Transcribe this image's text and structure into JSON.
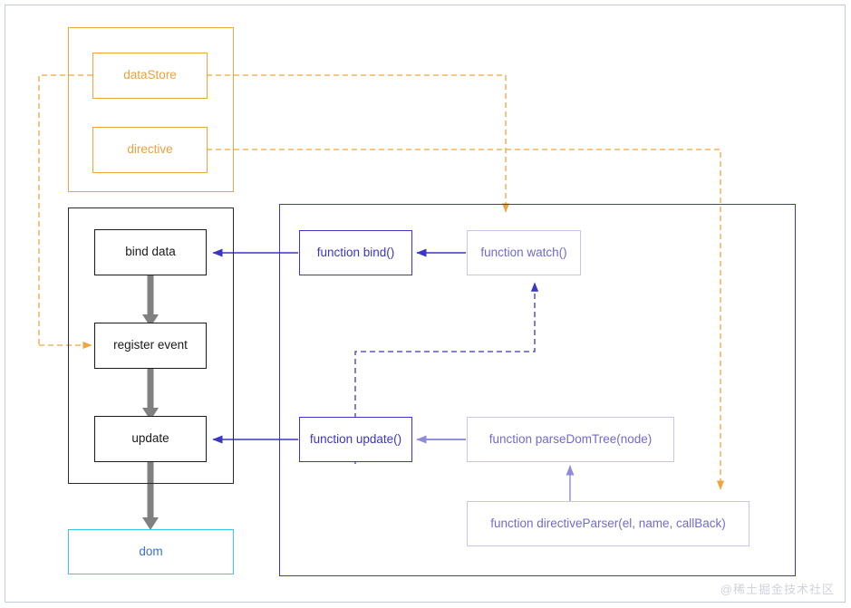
{
  "diagram": {
    "title_watermark": "@稀土掘金技术社区",
    "colors": {
      "orange": "#f2a33c",
      "blue_strong": "#3b36c4",
      "blue_light": "#c9c6ea",
      "blue_light_text": "#6f6bd0",
      "cyan": "#35c8e8",
      "black": "#1a1a1a",
      "gray_arrow": "#808080",
      "frame": "#c3cbe0",
      "watermark": "#cfd3dc"
    },
    "groups": [
      {
        "name": "orange-group",
        "label": ""
      },
      {
        "name": "dom-pipeline-group",
        "label": ""
      },
      {
        "name": "framework-group",
        "label": ""
      }
    ],
    "nodes": [
      {
        "id": "dataStore",
        "label": "dataStore",
        "style": "orange"
      },
      {
        "id": "directive",
        "label": "directive",
        "style": "orange"
      },
      {
        "id": "bind-data",
        "label": "bind data",
        "style": "black"
      },
      {
        "id": "register-event",
        "label": "register event",
        "style": "black"
      },
      {
        "id": "update",
        "label": "update",
        "style": "black"
      },
      {
        "id": "dom",
        "label": "dom",
        "style": "cyan"
      },
      {
        "id": "function-bind",
        "label": "function bind()",
        "style": "blue-strong"
      },
      {
        "id": "function-watch",
        "label": "function watch()",
        "style": "blue-light"
      },
      {
        "id": "function-update",
        "label": "function update()",
        "style": "blue-strong"
      },
      {
        "id": "function-parsedomtree",
        "label": "function parseDomTree(node)",
        "style": "blue-light"
      },
      {
        "id": "function-directiveparser",
        "label": "function directiveParser(el, name, callBack)",
        "style": "blue-light"
      }
    ],
    "edges": [
      {
        "from": "function-bind",
        "to": "bind-data",
        "style": "solid-blue"
      },
      {
        "from": "function-watch",
        "to": "function-bind",
        "style": "solid-blue"
      },
      {
        "from": "function-update",
        "to": "update",
        "style": "solid-blue"
      },
      {
        "from": "function-parsedomtree",
        "to": "function-update",
        "style": "solid-blue"
      },
      {
        "from": "function-directiveparser",
        "to": "function-parsedomtree",
        "style": "solid-blue"
      },
      {
        "from": "function-update",
        "to": "function-watch",
        "style": "dashed-blue"
      },
      {
        "from": "bind-data",
        "to": "register-event",
        "style": "thick-gray"
      },
      {
        "from": "register-event",
        "to": "update",
        "style": "thick-gray"
      },
      {
        "from": "update",
        "to": "dom",
        "style": "thick-gray"
      },
      {
        "from": "dataStore",
        "to": "function-watch",
        "style": "dashed-orange"
      },
      {
        "from": "directive",
        "to": "framework-group",
        "style": "dashed-orange"
      },
      {
        "from": "framework-right",
        "to": "register-event",
        "style": "dashed-orange"
      }
    ]
  }
}
